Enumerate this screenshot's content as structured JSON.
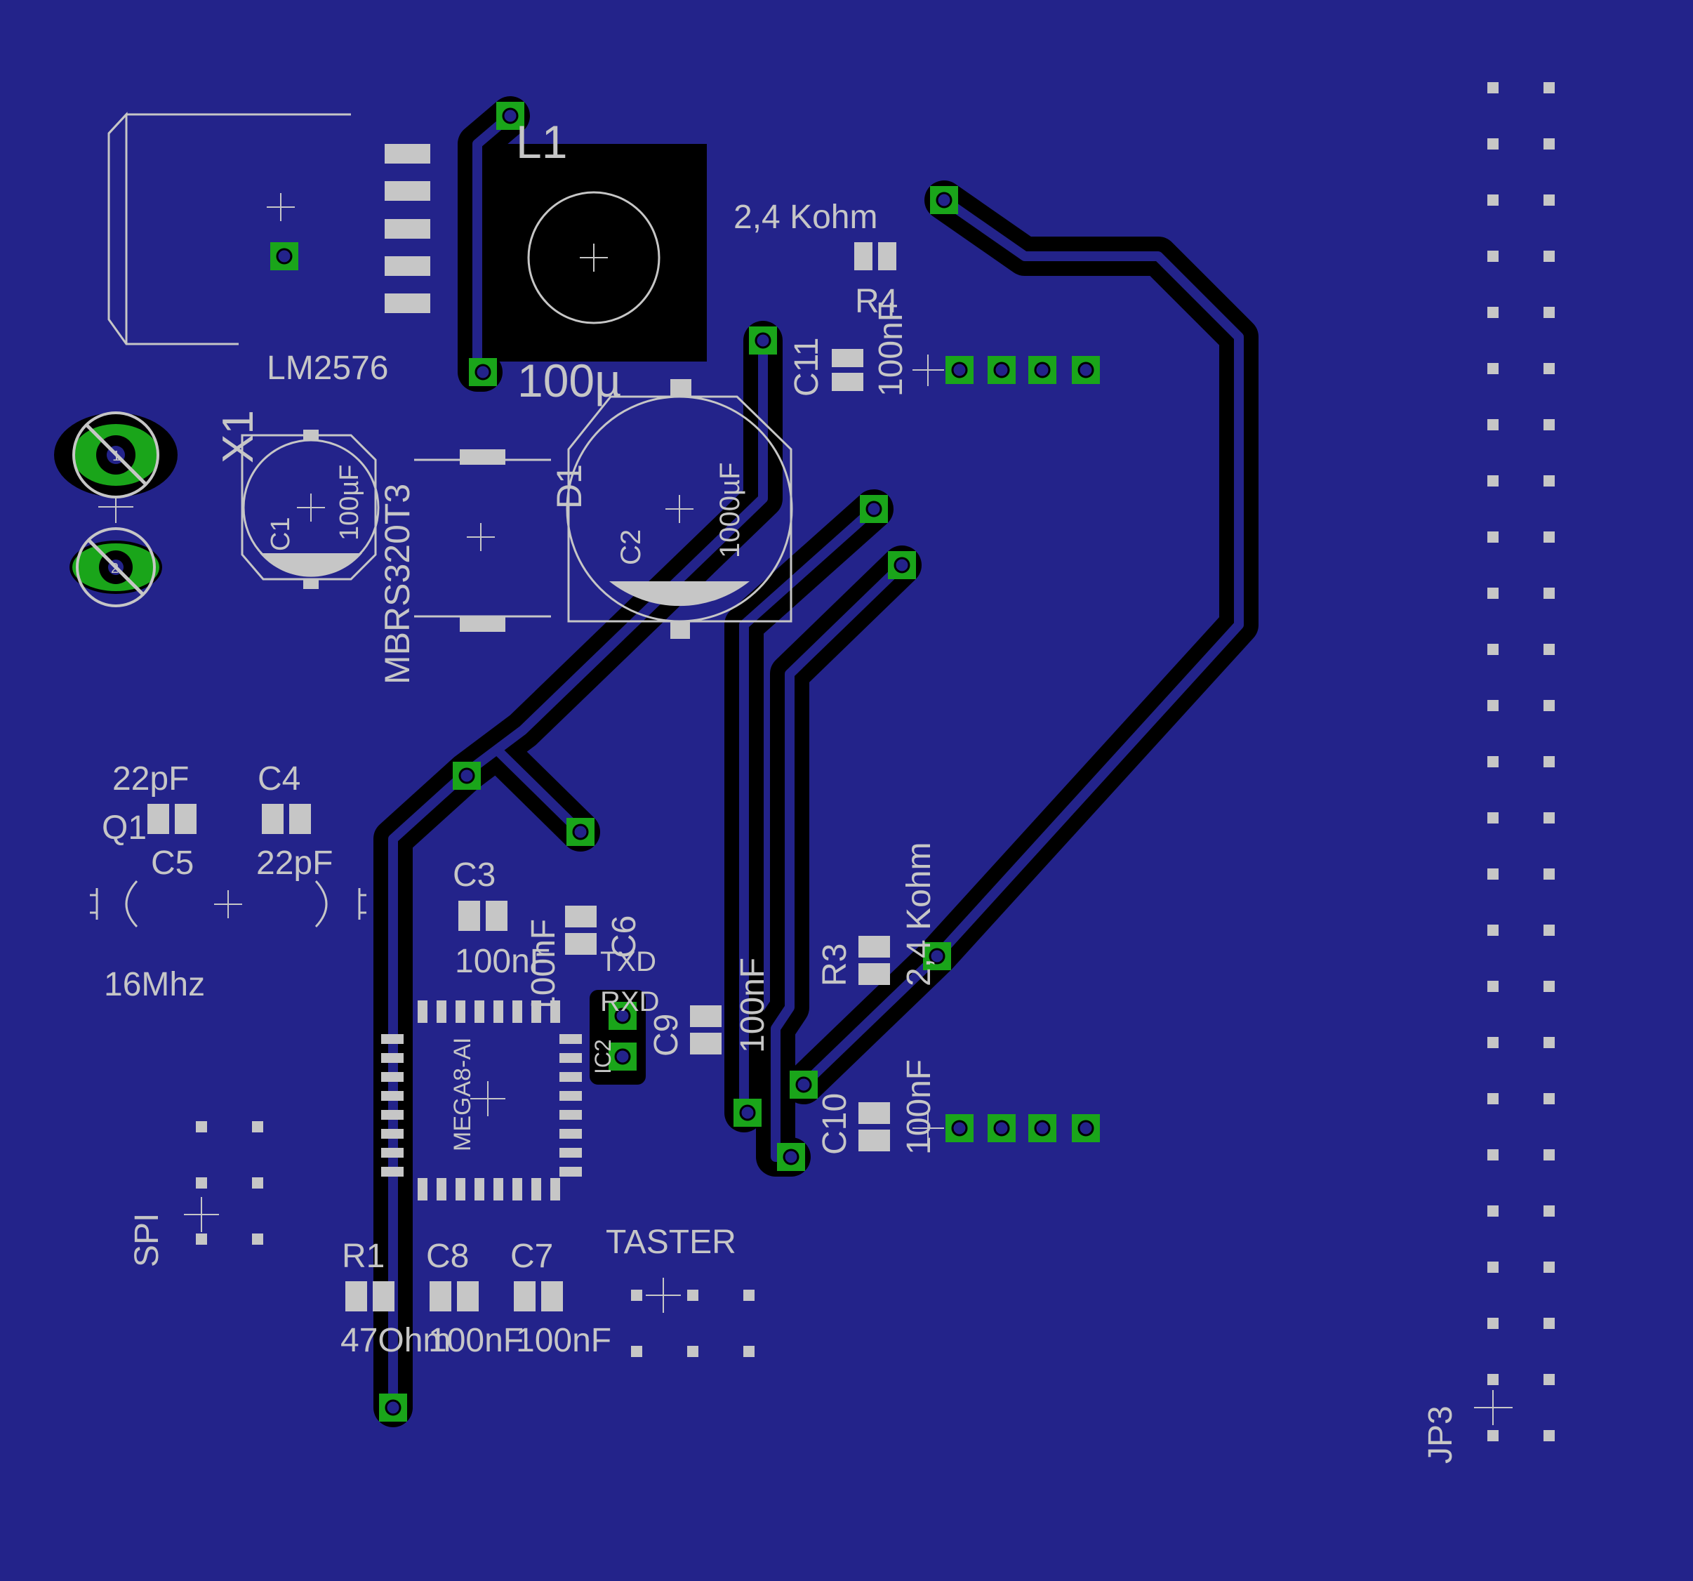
{
  "colors": {
    "board": "#23238a",
    "silkscreen": "#c6c6c6",
    "copper_trace": "#000000",
    "via_ring": "#1aa51a",
    "drill": "#23238a",
    "pad": "#c6c6c6"
  },
  "labels": {
    "l1": "L1",
    "l1_value": "100µ",
    "lm2576": "LM2576",
    "x1": "X1",
    "c1": "C1",
    "c1_value": "100µF",
    "mbrs": "MBRS320T3",
    "d1": "D1",
    "c2": "C2",
    "c2_value": "1000µF",
    "r4_value": "2,4 Kohm",
    "r4": "R4",
    "c11": "C11",
    "c11_value": "100nF",
    "q1_cap_value": "22pF",
    "c4": "C4",
    "q1": "Q1",
    "c5": "C5",
    "c5_value": "22pF",
    "crystal": "16Mhz",
    "c3": "C3",
    "c3_value": "100nF",
    "c6": "C6",
    "c6_value": "100nF",
    "txd": "TXD",
    "rxd": "RXD",
    "ic2": "IC2",
    "c9": "C9",
    "c9_value": "100nF",
    "mcu": "MEGA8-AI",
    "r3": "R3",
    "r3_value": "2,4 Kohm",
    "c10": "C10",
    "c10_value": "100nF",
    "spi": "SPI",
    "r1": "R1",
    "r1_value": "47Ohm",
    "c8": "C8",
    "c8_value": "100nF",
    "c7": "C7",
    "c7_value": "100nF",
    "taster": "TASTER",
    "jp3": "JP3",
    "x1_pin1": "1",
    "x1_pin2": "2"
  }
}
